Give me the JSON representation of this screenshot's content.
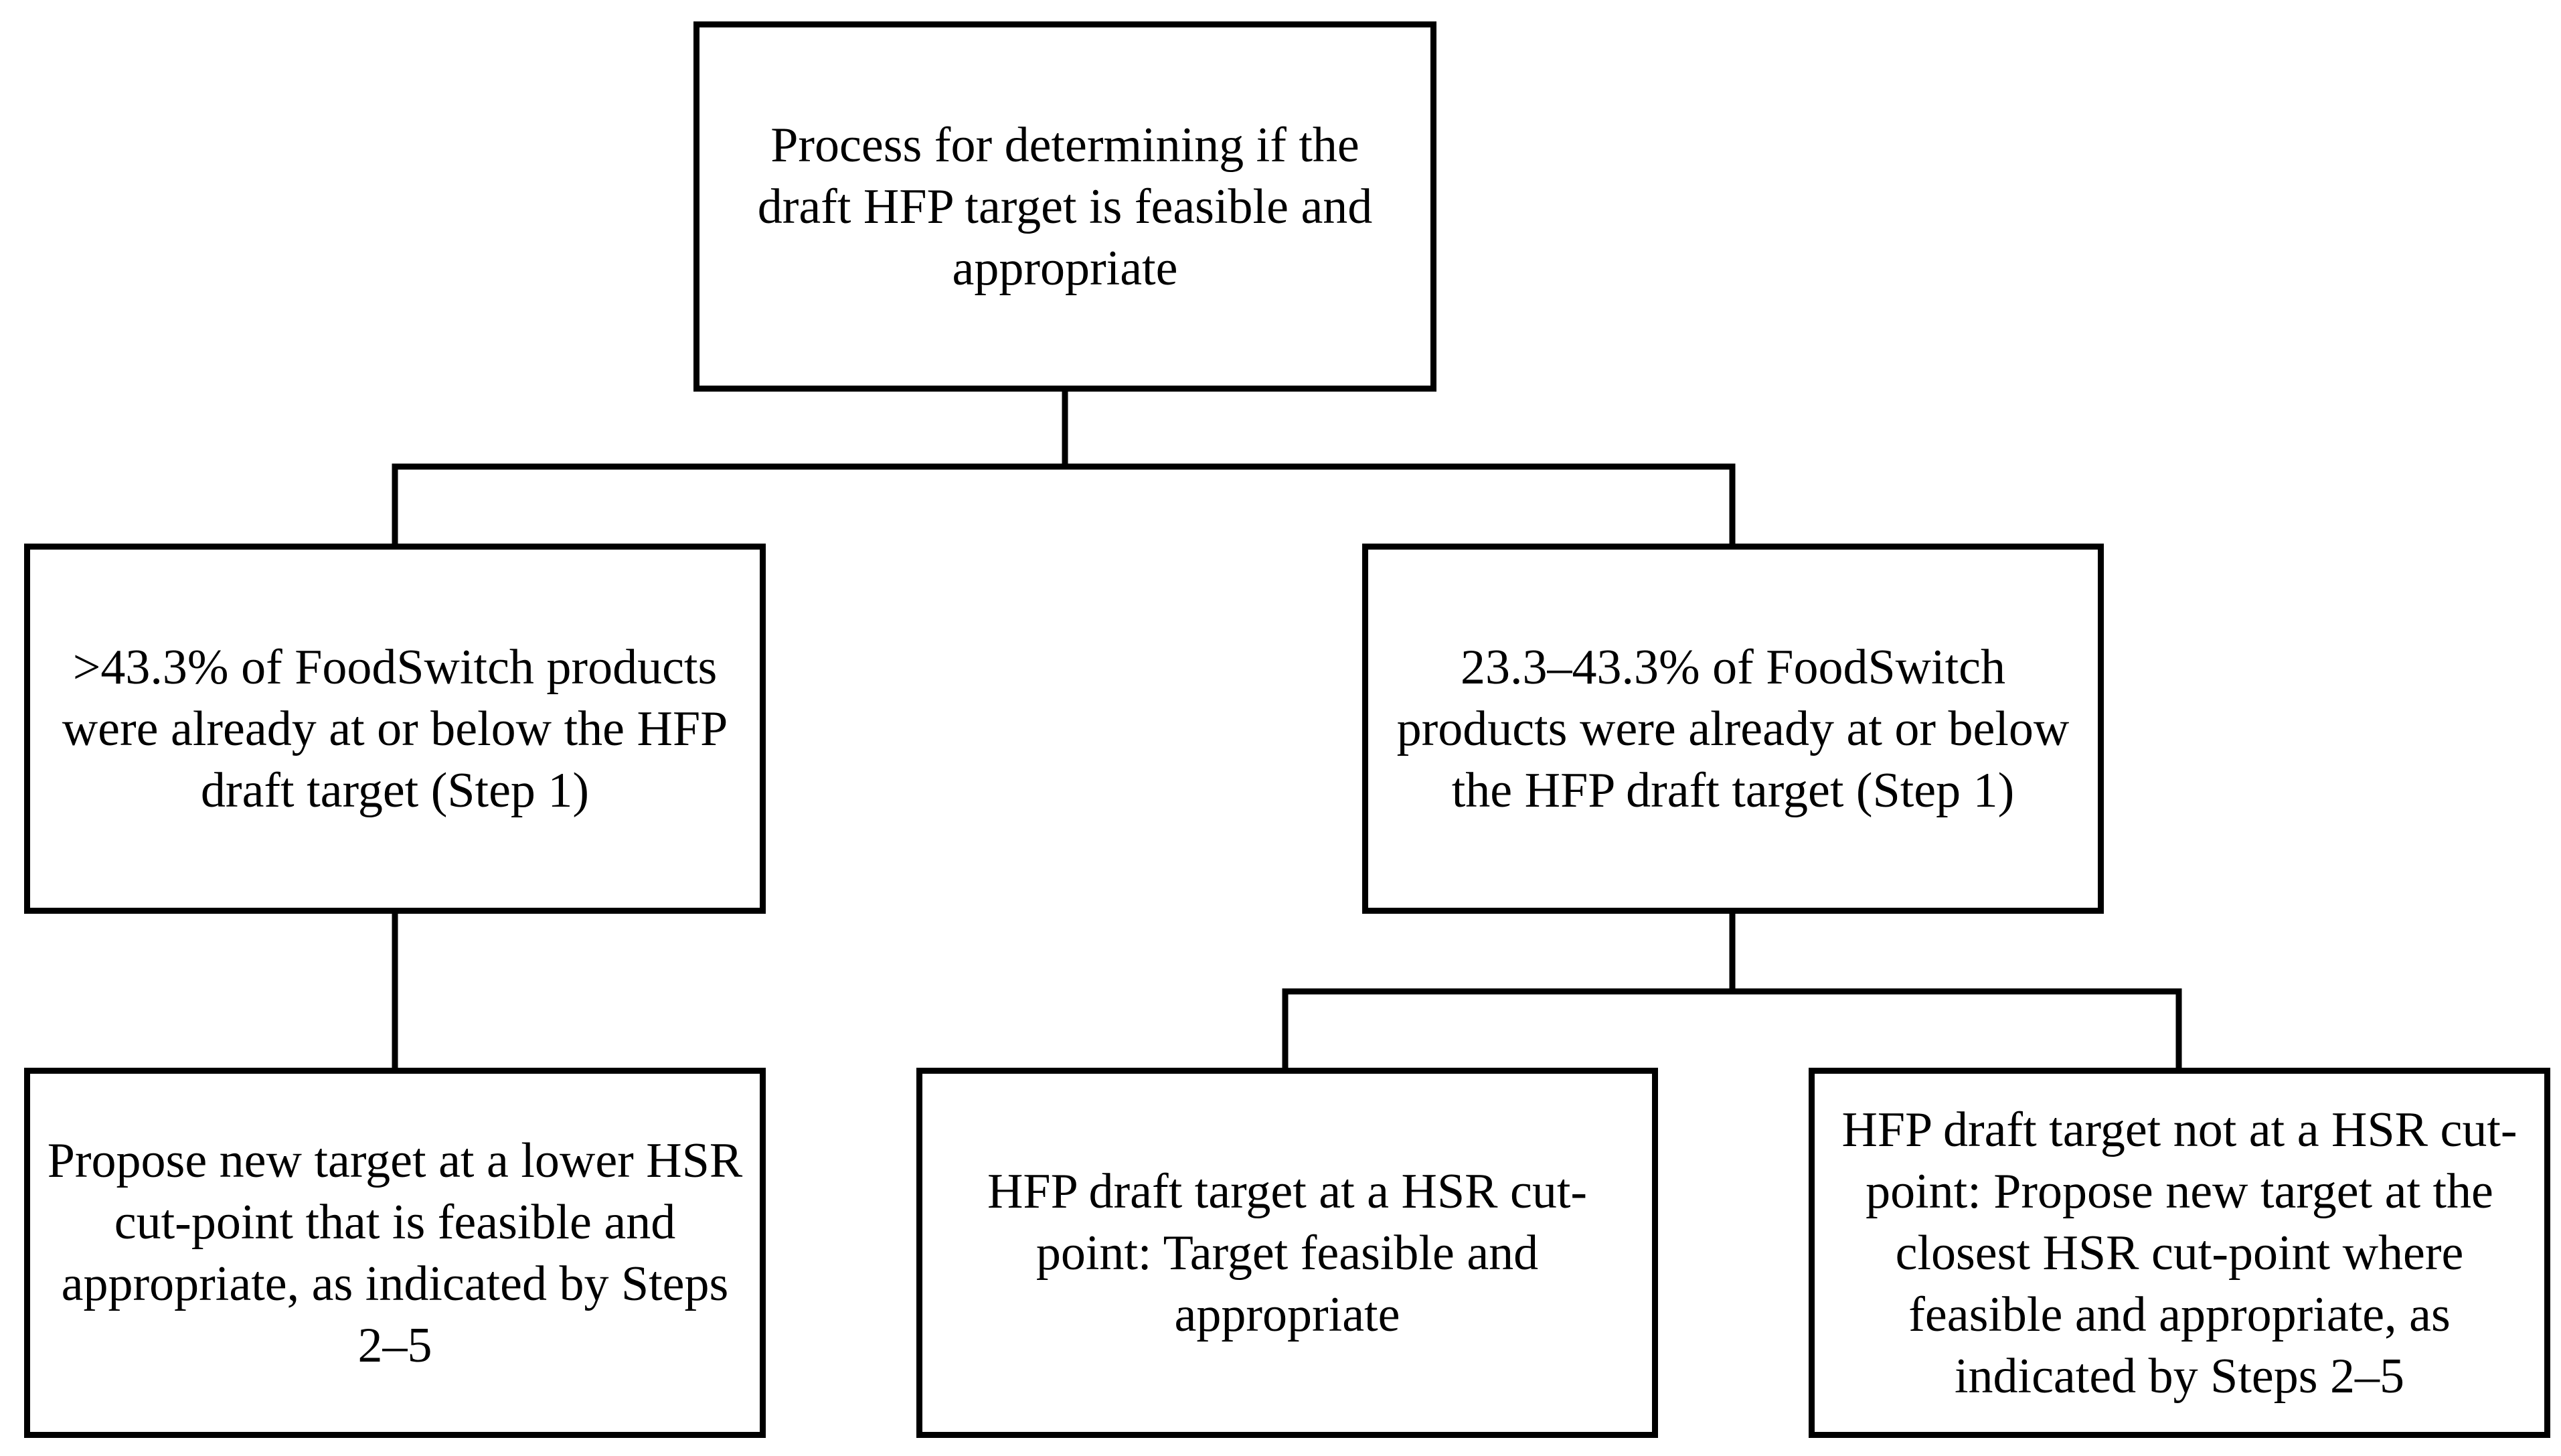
{
  "nodes": {
    "root": "Process for determining if the draft HFP target is feasible and appropriate",
    "left_branch": ">43.3% of FoodSwitch products were already at or below the HFP draft target (Step 1)",
    "right_branch": "23.3–43.3% of FoodSwitch products were already at or below the HFP draft target (Step 1)",
    "left_outcome": "Propose new target at a lower HSR cut-point that is feasible and appropriate, as indicated by Steps 2–5",
    "middle_outcome": "HFP draft target at a HSR cut-point: Target feasible and appropriate",
    "right_outcome": "HFP draft target not at a HSR cut-point: Propose new target at the closest HSR cut-point where feasible and appropriate, as indicated by Steps 2–5"
  }
}
